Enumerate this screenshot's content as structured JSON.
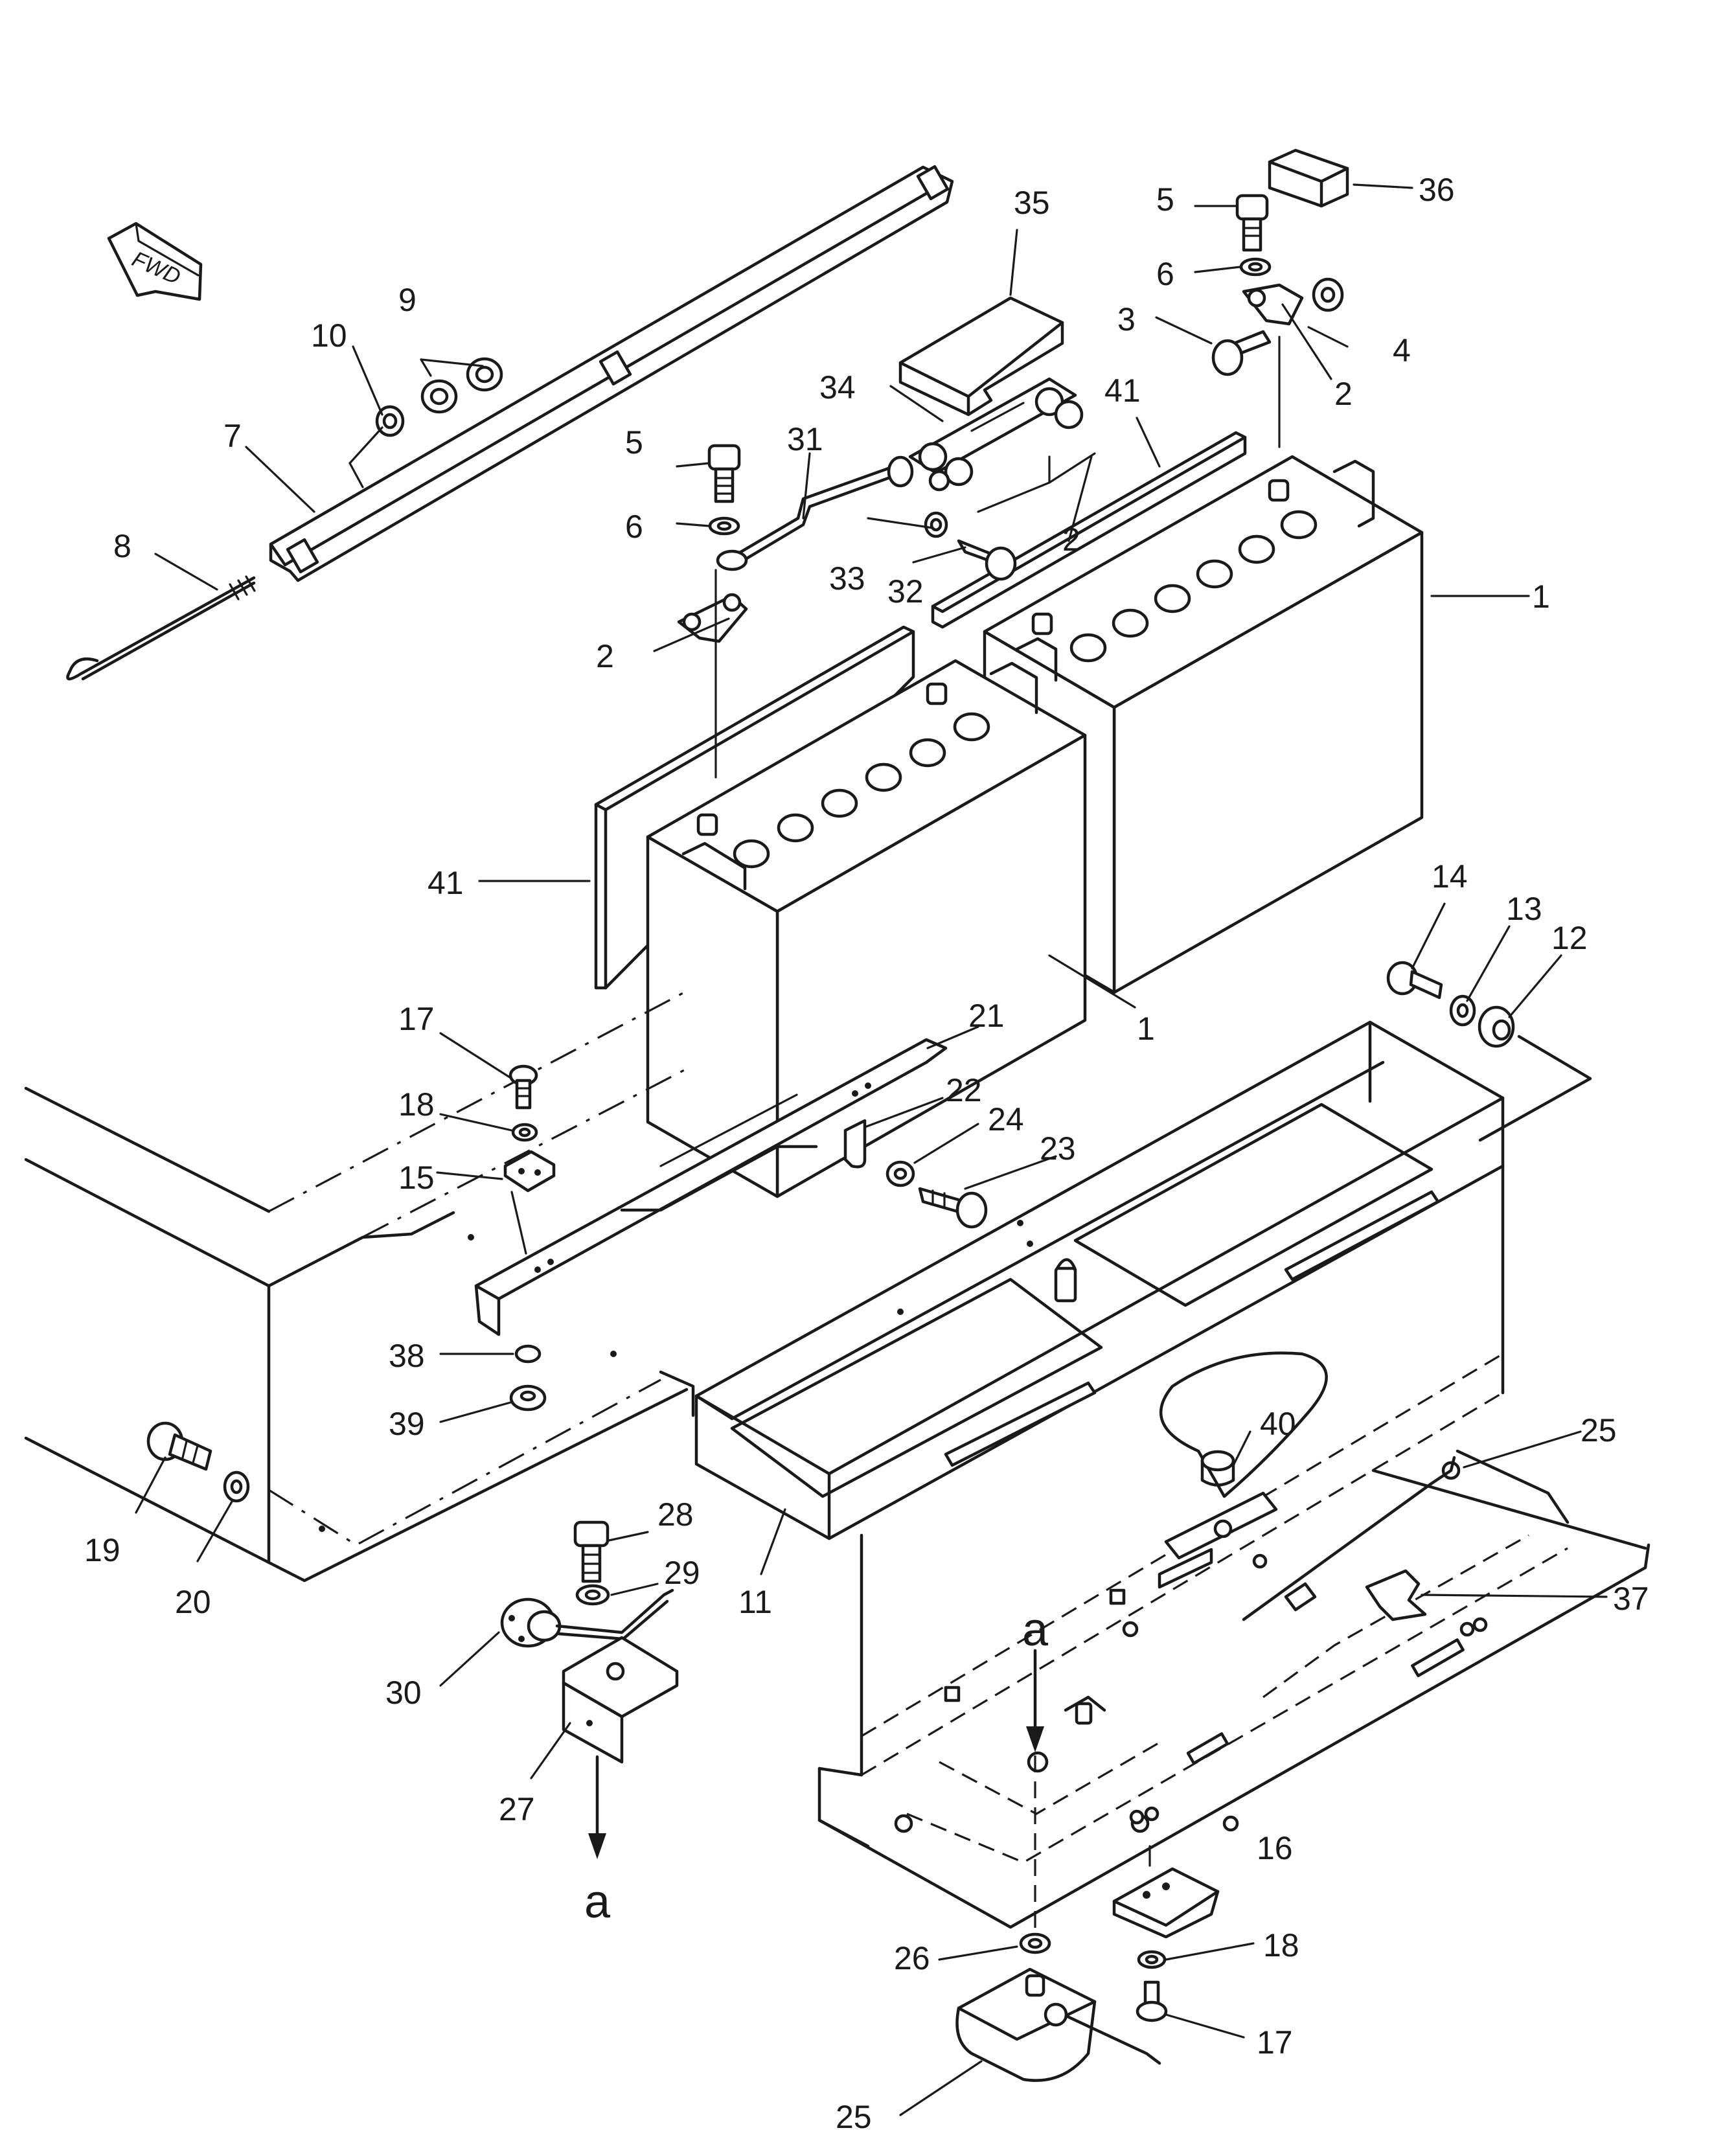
{
  "diagram": {
    "direction_tag": "FWD",
    "view_marker": "a",
    "callouts": [
      {
        "id": "c1a",
        "label": "1"
      },
      {
        "id": "c1b",
        "label": "1"
      },
      {
        "id": "c2a",
        "label": "2"
      },
      {
        "id": "c2b",
        "label": "2"
      },
      {
        "id": "c2c",
        "label": "2"
      },
      {
        "id": "c3",
        "label": "3"
      },
      {
        "id": "c4",
        "label": "4"
      },
      {
        "id": "c5a",
        "label": "5"
      },
      {
        "id": "c5b",
        "label": "5"
      },
      {
        "id": "c6a",
        "label": "6"
      },
      {
        "id": "c6b",
        "label": "6"
      },
      {
        "id": "c7",
        "label": "7"
      },
      {
        "id": "c8",
        "label": "8"
      },
      {
        "id": "c9",
        "label": "9"
      },
      {
        "id": "c10",
        "label": "10"
      },
      {
        "id": "c11",
        "label": "11"
      },
      {
        "id": "c12",
        "label": "12"
      },
      {
        "id": "c13",
        "label": "13"
      },
      {
        "id": "c14",
        "label": "14"
      },
      {
        "id": "c15",
        "label": "15"
      },
      {
        "id": "c16",
        "label": "16"
      },
      {
        "id": "c17a",
        "label": "17"
      },
      {
        "id": "c17b",
        "label": "17"
      },
      {
        "id": "c18a",
        "label": "18"
      },
      {
        "id": "c18b",
        "label": "18"
      },
      {
        "id": "c19",
        "label": "19"
      },
      {
        "id": "c20",
        "label": "20"
      },
      {
        "id": "c21",
        "label": "21"
      },
      {
        "id": "c22",
        "label": "22"
      },
      {
        "id": "c23",
        "label": "23"
      },
      {
        "id": "c24",
        "label": "24"
      },
      {
        "id": "c25a",
        "label": "25"
      },
      {
        "id": "c25b",
        "label": "25"
      },
      {
        "id": "c26",
        "label": "26"
      },
      {
        "id": "c27",
        "label": "27"
      },
      {
        "id": "c28",
        "label": "28"
      },
      {
        "id": "c29",
        "label": "29"
      },
      {
        "id": "c30",
        "label": "30"
      },
      {
        "id": "c31",
        "label": "31"
      },
      {
        "id": "c32",
        "label": "32"
      },
      {
        "id": "c33",
        "label": "33"
      },
      {
        "id": "c34",
        "label": "34"
      },
      {
        "id": "c35",
        "label": "35"
      },
      {
        "id": "c36",
        "label": "36"
      },
      {
        "id": "c37",
        "label": "37"
      },
      {
        "id": "c38",
        "label": "38"
      },
      {
        "id": "c39",
        "label": "39"
      },
      {
        "id": "c40",
        "label": "40"
      },
      {
        "id": "c41a",
        "label": "41"
      },
      {
        "id": "c41b",
        "label": "41"
      }
    ]
  }
}
